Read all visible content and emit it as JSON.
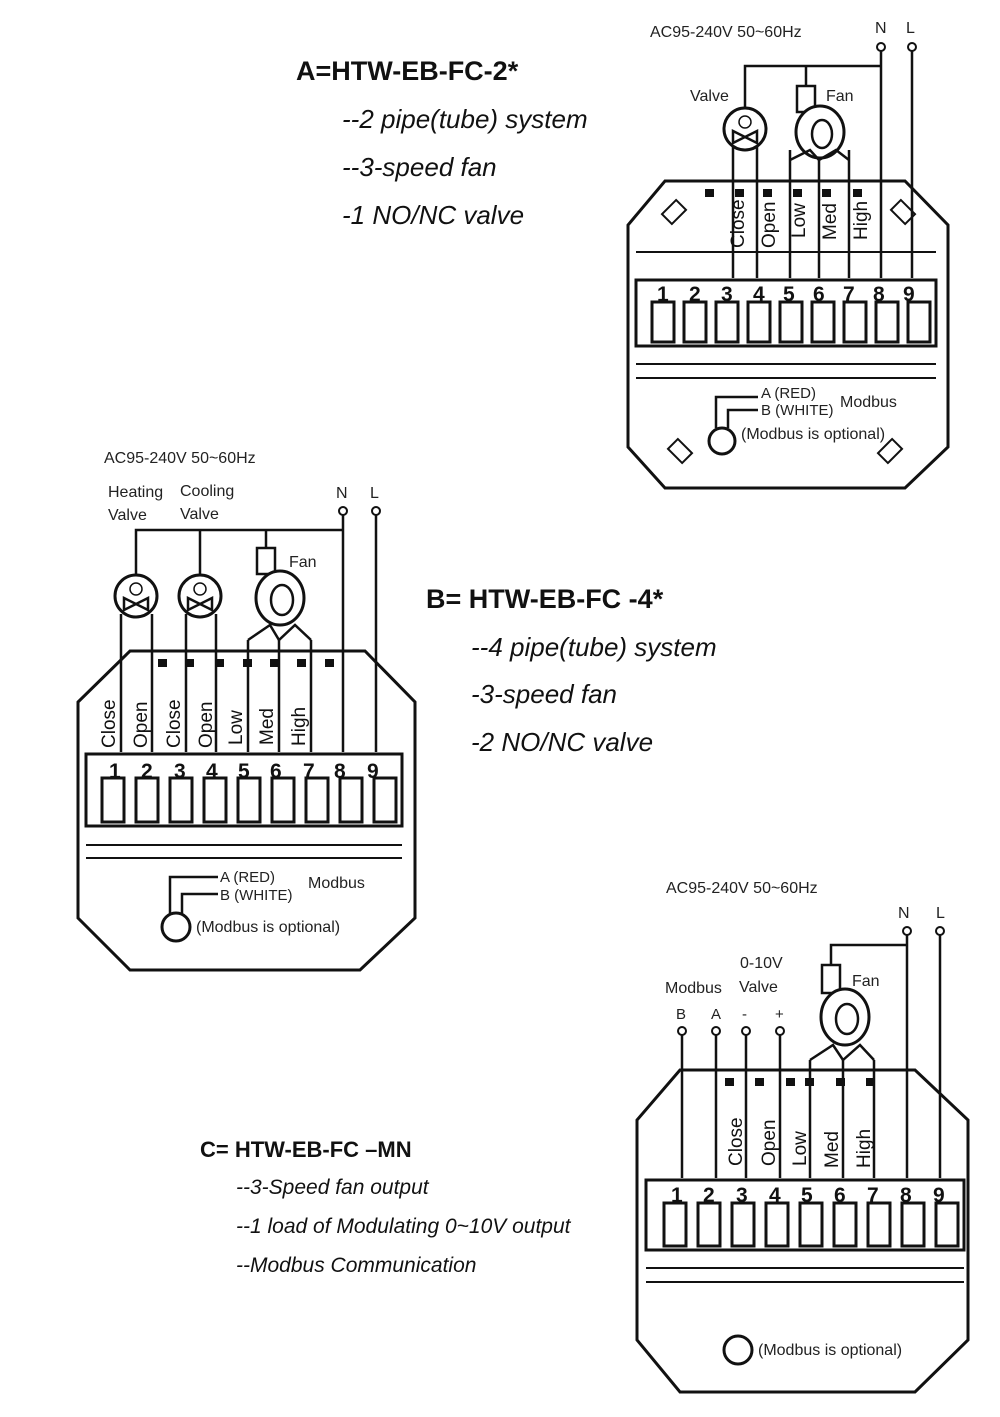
{
  "diagrams": {
    "a": {
      "title": "A=HTW-EB-FC-2*",
      "specs": [
        "--2 pipe(tube) system",
        "--3-speed fan",
        "-1 NO/NC valve"
      ],
      "supply": "AC95-240V  50~60Hz",
      "n_label": "N",
      "l_label": "L",
      "valve_label": "Valve",
      "fan_label": "Fan",
      "terminal_labels": [
        "Close",
        "Open",
        "Low",
        "Med",
        "High"
      ],
      "terminal_numbers": [
        "1",
        "2",
        "3",
        "4",
        "5",
        "6",
        "7",
        "8",
        "9"
      ],
      "modbus_a": "A (RED)",
      "modbus_b": "B (WHITE)",
      "modbus_label": "Modbus",
      "modbus_note": "(Modbus is optional)"
    },
    "b": {
      "title": "B= HTW-EB-FC -4*",
      "specs": [
        "--4 pipe(tube) system",
        "-3-speed fan",
        "-2 NO/NC valve"
      ],
      "supply": "AC95-240V  50~60Hz",
      "n_label": "N",
      "l_label": "L",
      "heating_valve": [
        "Heating",
        "Valve"
      ],
      "cooling_valve": [
        "Cooling",
        "Valve"
      ],
      "fan_label": "Fan",
      "terminal_labels": [
        "Close",
        "Open",
        "Close",
        "Open",
        "Low",
        "Med",
        "High"
      ],
      "terminal_numbers": [
        "1",
        "2",
        "3",
        "4",
        "5",
        "6",
        "7",
        "8",
        "9"
      ],
      "modbus_a": "A (RED)",
      "modbus_b": "B (WHITE)",
      "modbus_label": "Modbus",
      "modbus_note": "(Modbus is optional)"
    },
    "c": {
      "title": "C= HTW-EB-FC –MN",
      "specs": [
        "--3-Speed fan output",
        "--1 load of Modulating 0~10V output",
        "--Modbus Communication"
      ],
      "supply": "AC95-240V  50~60Hz",
      "n_label": "N",
      "l_label": "L",
      "modbus_label": "Modbus",
      "valve_label": [
        "0-10V",
        "Valve"
      ],
      "fan_label": "Fan",
      "input_labels": [
        "B",
        "A",
        "-",
        "+"
      ],
      "terminal_labels": [
        "Close",
        "Open",
        "Low",
        "Med",
        "High"
      ],
      "terminal_numbers": [
        "1",
        "2",
        "3",
        "4",
        "5",
        "6",
        "7",
        "8",
        "9"
      ],
      "modbus_note": "(Modbus is optional)"
    }
  }
}
